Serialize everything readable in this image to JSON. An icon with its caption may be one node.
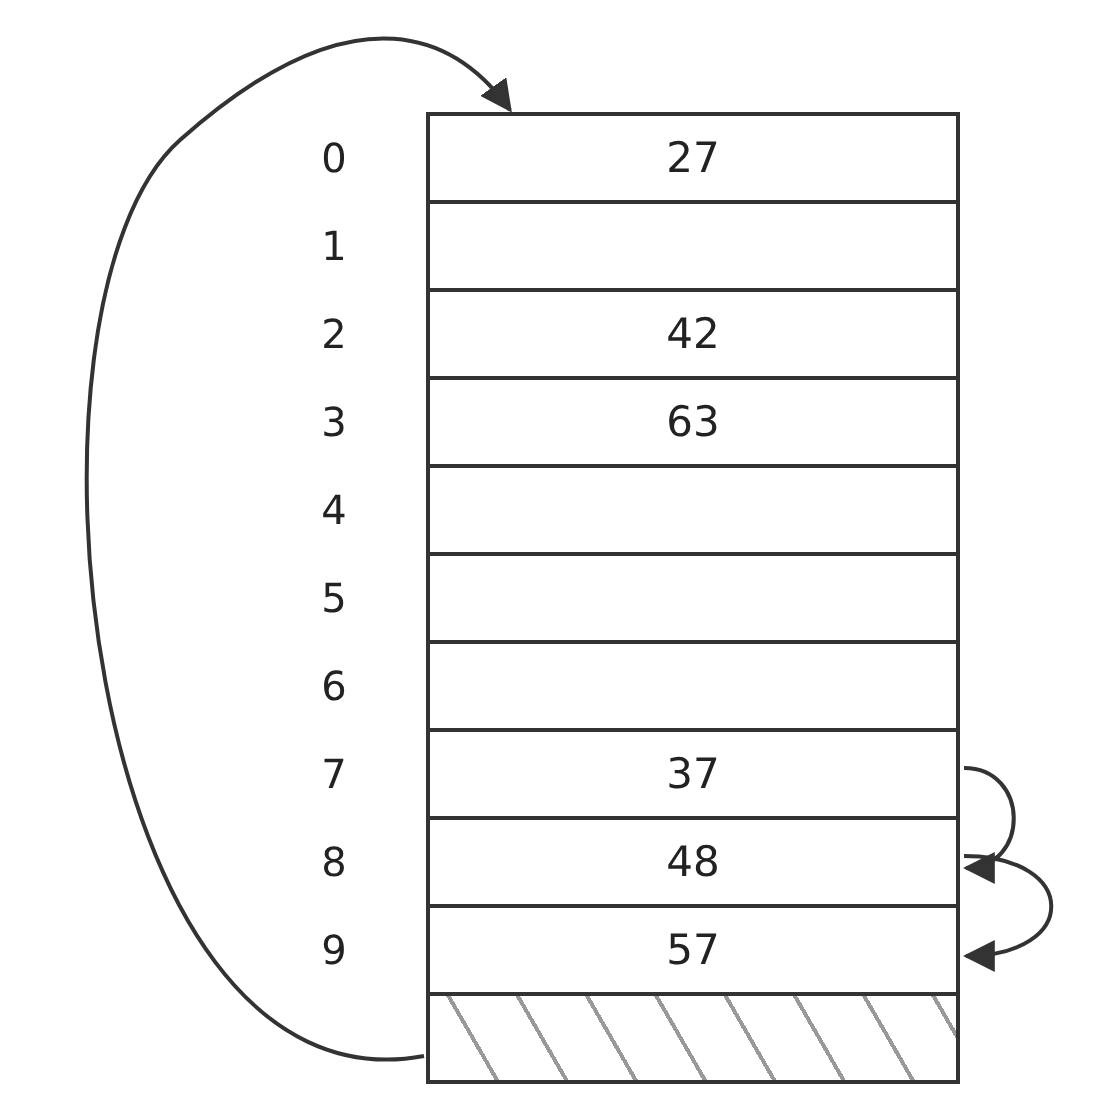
{
  "diagram": {
    "nodes": [
      {
        "text": [
          "27"
        ],
        "beside": [
          "0"
        ]
      },
      {
        "text": [],
        "shape": "box",
        "beside": [
          "1"
        ]
      },
      {
        "text": [
          "42"
        ],
        "beside": [
          "2"
        ]
      },
      {
        "text": [
          "63"
        ],
        "beside": [
          "3"
        ]
      },
      {
        "text": [],
        "shape": "box",
        "beside": [
          "4"
        ]
      },
      {
        "text": [],
        "shape": "box",
        "beside": [
          "5"
        ]
      },
      {
        "text": [],
        "shape": "box",
        "beside": [
          "6"
        ]
      },
      {
        "text": [
          "37"
        ],
        "beside": [
          "7"
        ]
      },
      {
        "text": [
          "48"
        ],
        "beside": [
          "8"
        ]
      },
      {
        "text": [
          "57"
        ],
        "beside": [
          "9"
        ]
      },
      {
        "text": [],
        "shape": "box"
      }
    ],
    "edges": [
      {
        "from": 7,
        "to": 8,
        "arrow": "to"
      },
      {
        "from": 8,
        "to": 9,
        "arrow": "to"
      },
      {
        "from": 10,
        "to": 0,
        "arrow": "to"
      }
    ]
  }
}
